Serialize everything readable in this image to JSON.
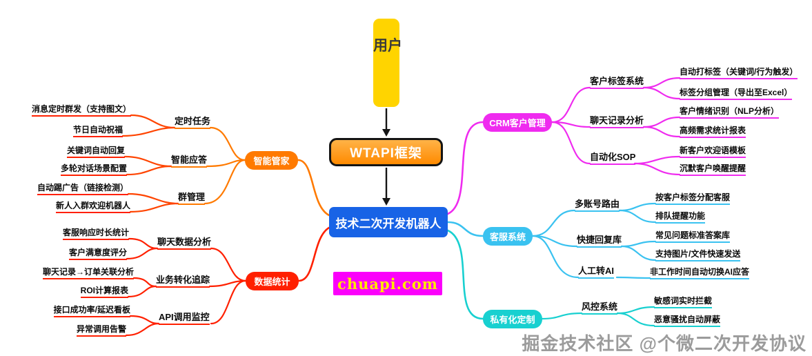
{
  "center": {
    "user_label": "用户",
    "framework_label": "WTAPI框架",
    "robot_label": "技术二次开发机器人",
    "website_label": "chuapi.com"
  },
  "watermark": "掘金技术社区 @个微二次开发协议",
  "colors": {
    "user_node": "#ffd400",
    "framework_node": "#ff8a00",
    "robot_node": "#1863e6",
    "website_bg": "#fb00fb",
    "website_text": "#ffe800",
    "arrow": "#151515",
    "watermark": "#9b9b9b"
  },
  "left_branches": [
    {
      "label": "智能管家",
      "color": "#ff7a00",
      "subs": [
        {
          "label": "定时任务",
          "leaves": [
            "消息定时群发（支持图文）",
            "节日自动祝福"
          ]
        },
        {
          "label": "智能应答",
          "leaves": [
            "关键词自动回复",
            "多轮对话场景配置"
          ]
        },
        {
          "label": "群管理",
          "leaves": [
            "自动踢广告（链接检测）",
            "新人入群欢迎机器人"
          ]
        }
      ]
    },
    {
      "label": "数据统计",
      "color": "#ff2000",
      "subs": [
        {
          "label": "聊天数据分析",
          "leaves": [
            "客服响应时长统计",
            "客户满意度评分"
          ]
        },
        {
          "label": "业务转化追踪",
          "leaves": [
            "聊天记录→订单关联分析",
            "ROI计算报表"
          ]
        },
        {
          "label": "API调用监控",
          "leaves": [
            "接口成功率/延迟看板",
            "异常调用告警"
          ]
        }
      ]
    }
  ],
  "right_branches": [
    {
      "label": "CRM客户管理",
      "color": "#ef2bef",
      "subs": [
        {
          "label": "客户标签系统",
          "leaves": [
            "自动打标签（关键词/行为触发）",
            "标签分组管理（导出至Excel）"
          ]
        },
        {
          "label": "聊天记录分析",
          "leaves": [
            "客户情绪识别（NLP分析）",
            "高频需求统计报表"
          ]
        },
        {
          "label": "自动化SOP",
          "leaves": [
            "新客户欢迎语模板",
            "沉默客户唤醒提醒"
          ]
        }
      ]
    },
    {
      "label": "客服系统",
      "color": "#3ac2f0",
      "subs": [
        {
          "label": "多账号路由",
          "leaves": [
            "按客户标签分配客服",
            "排队提醒功能"
          ]
        },
        {
          "label": "快捷回复库",
          "leaves": [
            "常见问题标准答案库",
            "支持图片/文件快速发送"
          ]
        },
        {
          "label": "人工转AI",
          "leaves": [
            "非工作时间自动切换AI应答"
          ]
        }
      ]
    },
    {
      "label": "私有化定制",
      "color": "#18d0d0",
      "subs": [
        {
          "label": "风控系统",
          "leaves": [
            "敏感词实时拦截",
            "恶意骚扰自动屏蔽"
          ]
        }
      ]
    }
  ]
}
